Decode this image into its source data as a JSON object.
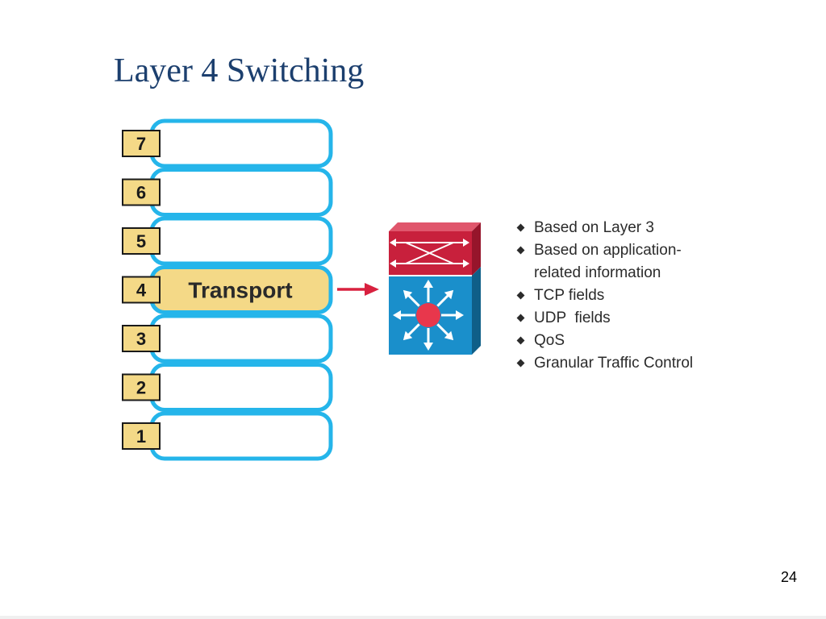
{
  "title": "Layer 4 Switching",
  "osi_layers": [
    {
      "number": "7",
      "label": ""
    },
    {
      "number": "6",
      "label": ""
    },
    {
      "number": "5",
      "label": ""
    },
    {
      "number": "4",
      "label": "Transport",
      "highlighted": true
    },
    {
      "number": "3",
      "label": ""
    },
    {
      "number": "2",
      "label": ""
    },
    {
      "number": "1",
      "label": ""
    }
  ],
  "bullets": [
    "Based on Layer 3",
    "Based on application-",
    "related information",
    "TCP fields",
    "UDP  fields",
    "QoS",
    "Granular Traffic Control"
  ],
  "bullet_markers": [
    true,
    true,
    false,
    true,
    true,
    true,
    true
  ],
  "page_number": "24",
  "icons": {
    "arrow": "right-arrow-icon",
    "switch": "multilayer-switch-icon"
  },
  "colors": {
    "title": "#1c3f6e",
    "layer_outline": "#25b5ea",
    "badge_fill": "#f4d987",
    "highlight_fill": "#f4d987",
    "switch_top": "#c8203c",
    "switch_bottom": "#1a8fcb",
    "arrow": "#d8213f",
    "hub": "#e8374c"
  }
}
